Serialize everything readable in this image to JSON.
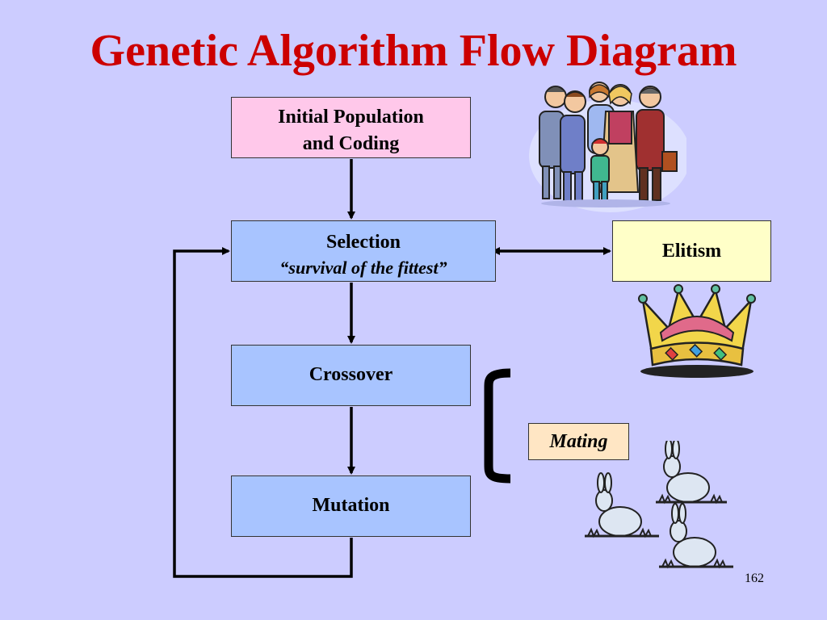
{
  "slide": {
    "title": "Genetic Algorithm Flow Diagram",
    "page_number": "162"
  },
  "boxes": {
    "initial": {
      "line1": "Initial Population",
      "line2": "and Coding"
    },
    "selection": {
      "line1": "Selection",
      "line2": "“survival of the fittest”"
    },
    "crossover": {
      "label": "Crossover"
    },
    "mutation": {
      "label": "Mutation"
    },
    "elitism": {
      "label": "Elitism"
    },
    "mating": {
      "label": "Mating"
    }
  },
  "colors": {
    "background": "#ccccff",
    "title": "#cc0000",
    "process_box": "#a8c4ff",
    "initial_box": "#ffc8ea",
    "elitism_box": "#ffffc8",
    "mating_box": "#ffe6c4"
  },
  "illustrations": [
    "group-of-people-clipart",
    "crown-clipart",
    "rabbits-clipart"
  ]
}
